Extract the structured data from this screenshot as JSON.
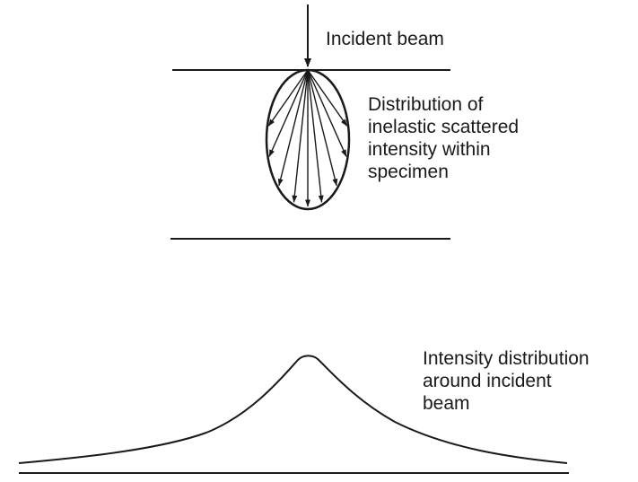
{
  "labels": {
    "incident_beam": "Incident beam",
    "distribution_within_specimen": [
      "Distribution of",
      "inelastic scattered",
      "intensity within",
      "specimen"
    ],
    "intensity_distribution": [
      "Intensity distribution",
      "around incident",
      "beam"
    ]
  },
  "colors": {
    "ink": "#1a1a1a",
    "background": "#ffffff"
  }
}
